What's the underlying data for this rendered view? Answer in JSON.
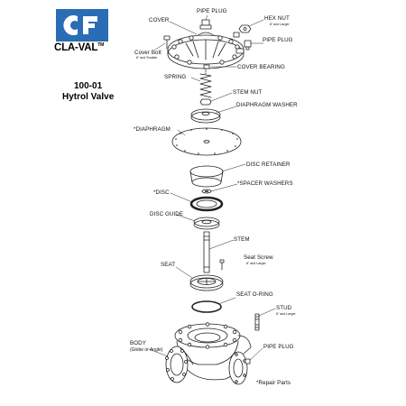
{
  "logo": {
    "brand": "CLA-VAL",
    "trademark": "TM",
    "icon": "cla-val-logo-icon",
    "color": "#2a6db5"
  },
  "document": {
    "model": "100-01",
    "name": "Hytrol Valve",
    "footnote": "*Repair Parts"
  },
  "labels": {
    "pipe_plug_top": "PIPE PLUG",
    "cover": "COVER",
    "hex_nut": "HEX NUT",
    "hex_nut_note": "8\" and Larger",
    "pipe_plug_right": "PIPE PLUG",
    "cover_bolt": "Cover Bolt",
    "cover_bolt_note": "6\" and Smaller",
    "cover_bearing": "COVER BEARING",
    "spring": "SPRING",
    "stem_nut": "STEM NUT",
    "diaphragm_washer": "DIAPHRAGM WASHER",
    "diaphragm": "*DIAPHRAGM",
    "disc_retainer": "DISC RETAINER",
    "spacer_washers": "*SPACER WASHERS",
    "disc": "*DISC",
    "disc_guide": "DISC GUIDE",
    "stem": "STEM",
    "seat_screw": "Seat Screw",
    "seat_screw_note": "8\" and Larger",
    "seat": "SEAT",
    "seat_oring": "SEAT O-RING",
    "stud": "STUD",
    "stud_note": "8\" and Larger",
    "body": "BODY",
    "body_note": "(Globe or Angle)",
    "pipe_plug_bottom": "PIPE PLUG"
  }
}
